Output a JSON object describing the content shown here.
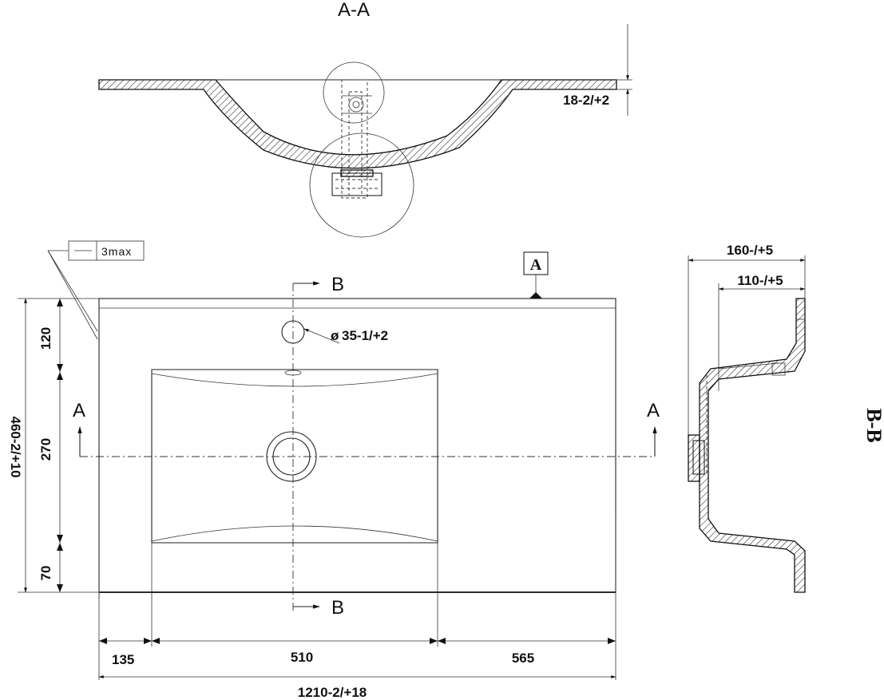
{
  "section_labels": {
    "aa": "A-A",
    "bb": "B-B",
    "a_left": "A",
    "a_right": "A",
    "b_top": "B",
    "b_bottom": "B",
    "datum": "A"
  },
  "roughness_note": "3max",
  "dimensions": {
    "rim_thickness": "18-2/+2",
    "depth_outer": "160-/+5",
    "depth_inner": "110-/+5",
    "tap_hole": "35-1/+2",
    "total_depth": "460-2/+10",
    "seg_120": "120",
    "seg_270": "270",
    "seg_70": "70",
    "width_left": "135",
    "width_basin": "510",
    "width_right": "565",
    "total_width": "1210-2/+18"
  }
}
